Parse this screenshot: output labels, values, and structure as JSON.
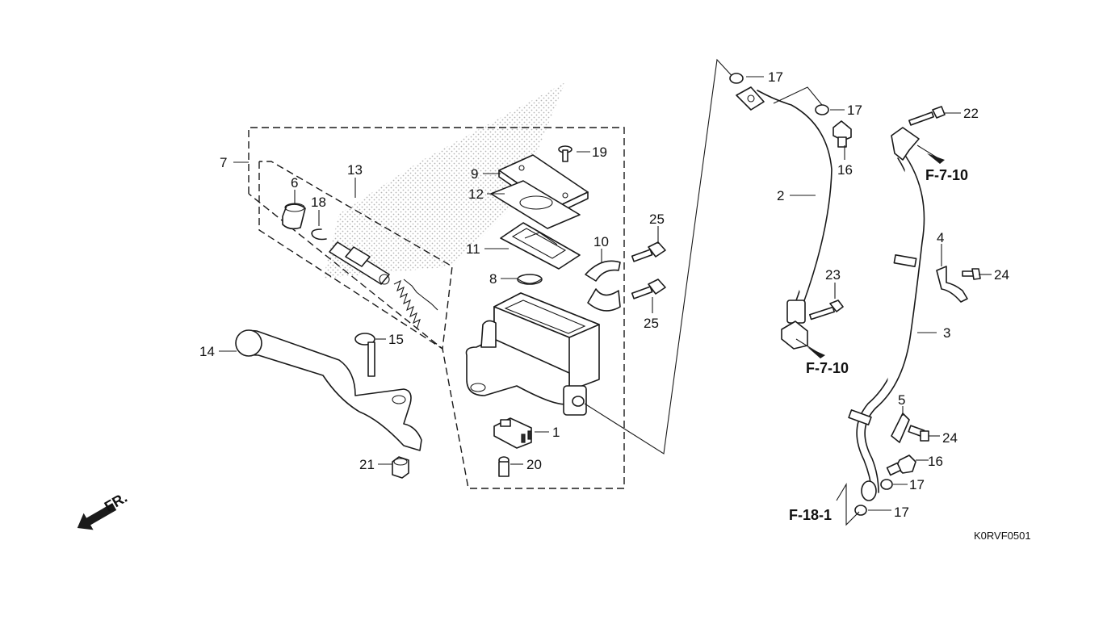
{
  "callouts": {
    "c1": "1",
    "c2": "2",
    "c3": "3",
    "c4": "4",
    "c5": "5",
    "c6": "6",
    "c7": "7",
    "c8": "8",
    "c9": "9",
    "c10": "10",
    "c11": "11",
    "c12": "12",
    "c13": "13",
    "c14": "14",
    "c15": "15",
    "c16a": "16",
    "c16b": "16",
    "c17a": "17",
    "c17b": "17",
    "c17c": "17",
    "c17d": "17",
    "c18": "18",
    "c19": "19",
    "c20": "20",
    "c21": "21",
    "c22": "22",
    "c23": "23",
    "c24a": "24",
    "c24b": "24",
    "c25a": "25",
    "c25b": "25"
  },
  "references": {
    "f7_10_top": "F-7-10",
    "f7_10_mid": "F-7-10",
    "f18_1": "F-18-1"
  },
  "direction_label": "FR.",
  "diagram_code": "K0RVF0501"
}
